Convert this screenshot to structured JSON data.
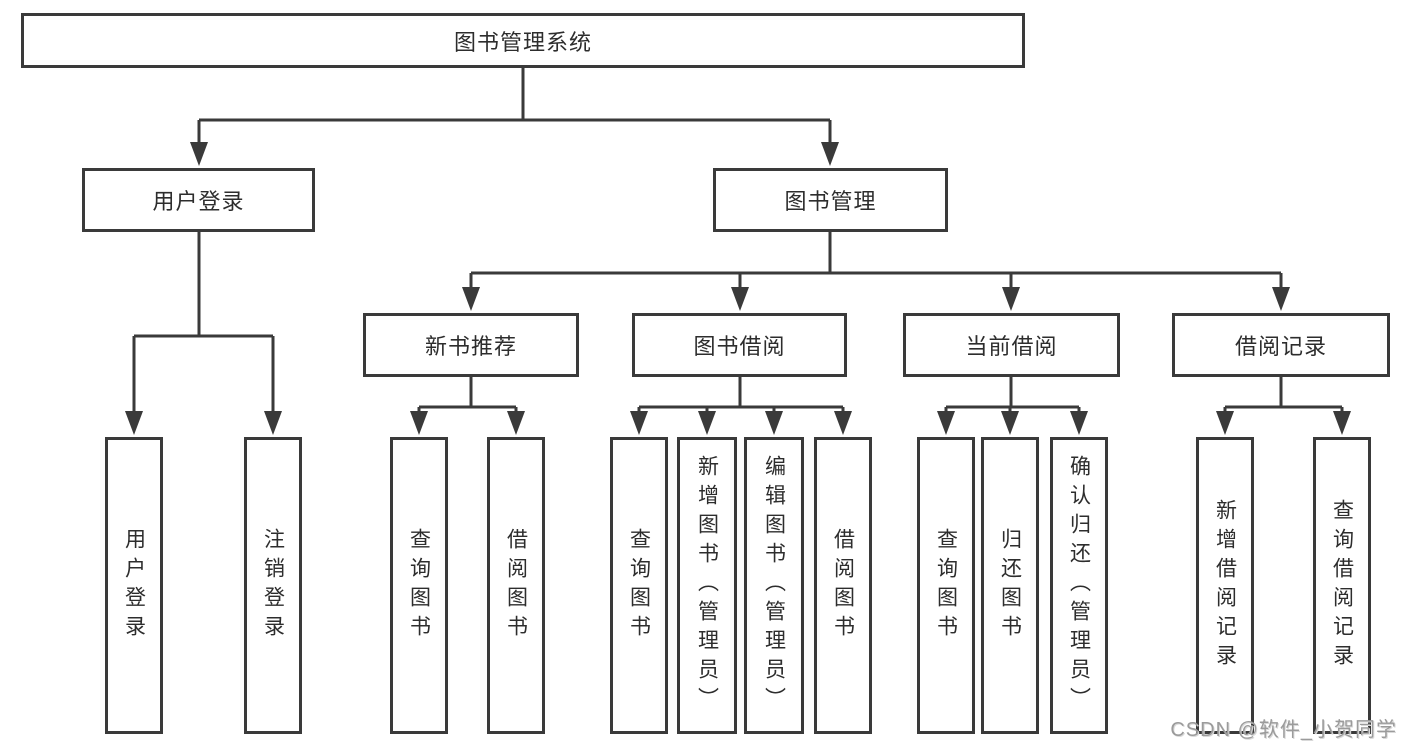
{
  "title": {
    "label": "图书管理系统"
  },
  "level2": [
    {
      "label": "用户登录"
    },
    {
      "label": "图书管理"
    }
  ],
  "level3": [
    {
      "label": "新书推荐"
    },
    {
      "label": "图书借阅"
    },
    {
      "label": "当前借阅"
    },
    {
      "label": "借阅记录"
    }
  ],
  "leaves": [
    {
      "label": "用户登录"
    },
    {
      "label": "注销登录"
    },
    {
      "label": "查询图书"
    },
    {
      "label": "借阅图书"
    },
    {
      "label": "查询图书"
    },
    {
      "label": "新增图书（管理员）"
    },
    {
      "label": "编辑图书（管理员）"
    },
    {
      "label": "借阅图书"
    },
    {
      "label": "查询图书"
    },
    {
      "label": "归还图书"
    },
    {
      "label": "确认归还（管理员）"
    },
    {
      "label": "新增借阅记录"
    },
    {
      "label": "查询借阅记录"
    }
  ],
  "watermark": {
    "text": "CSDN @软件_小贺同学"
  },
  "colors": {
    "line": "#3a3a3a",
    "text": "#2d2d2d",
    "watermark_text": "#9b9b9b",
    "background": "#ffffff"
  }
}
